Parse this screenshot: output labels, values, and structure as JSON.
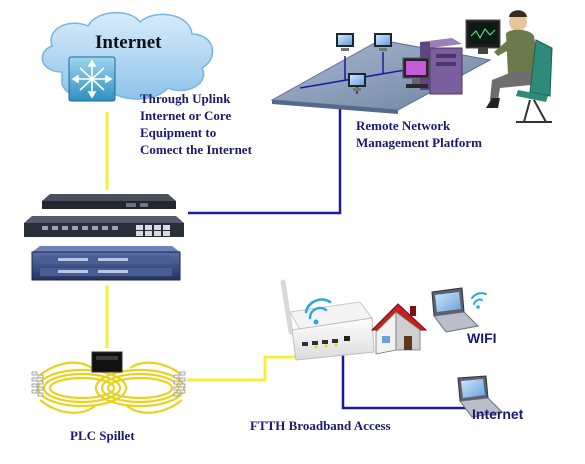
{
  "cloud": {
    "title": "Internet"
  },
  "uplink_note": {
    "line1": "Through Uplink",
    "line2": "Internet or Core",
    "line3": "Equipment to",
    "line4": "Comect the Internet"
  },
  "nms": {
    "line1": "Remote Network",
    "line2": "Management Platform"
  },
  "plc": {
    "label": "PLC Spillet"
  },
  "ftth": {
    "label": "FTTH Broadband Access"
  },
  "wifi": {
    "label": "WIFI"
  },
  "internet_client": {
    "label": "Internet"
  },
  "colors": {
    "fiber": "#f5ef3a",
    "ethernet": "#1a1aa0",
    "label_text": "#1a1a6e",
    "cloud": "#a9d4f2",
    "platform": "#8da2bf",
    "device_dark": "#2b2f3a",
    "device_blue": "#3b4f8a"
  }
}
